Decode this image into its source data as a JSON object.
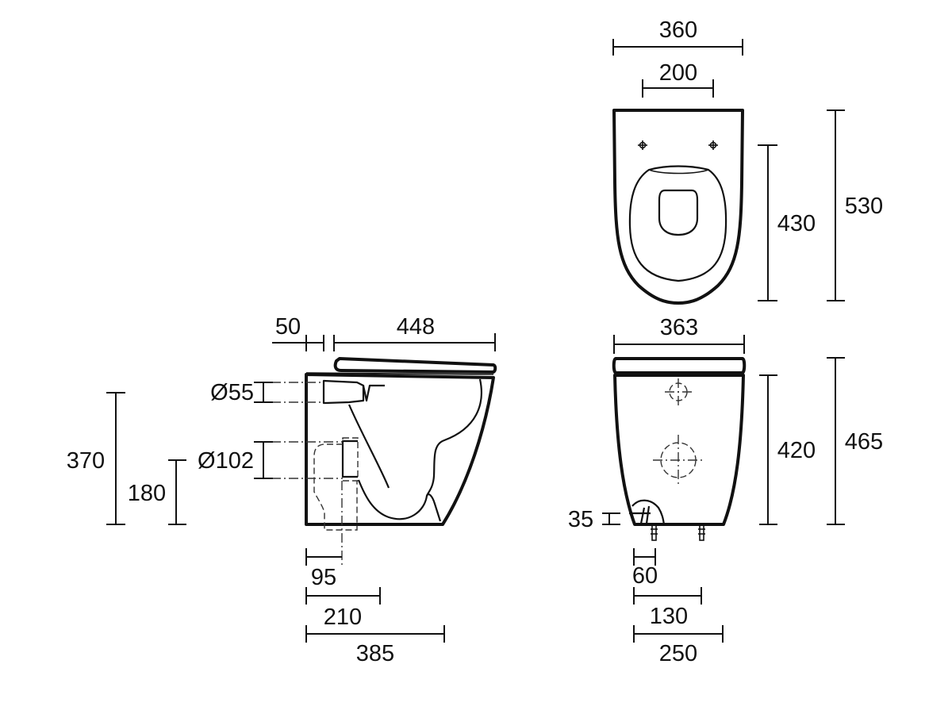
{
  "drawing": {
    "colors": {
      "line": "#111111",
      "background": "#ffffff"
    },
    "views": {
      "top_view": {
        "width_overall": "360",
        "seat_fixing_centres": "200",
        "fixing_to_front": "430",
        "depth_overall": "530"
      },
      "side_view": {
        "seat_overhang": "50",
        "seat_length": "448",
        "inlet_diameter": "Ø55",
        "outlet_diameter": "Ø102",
        "inlet_height": "370",
        "outlet_height": "180",
        "outlet_from_wall": "95",
        "outlet_zone": "210",
        "pan_projection": "385"
      },
      "rear_view": {
        "seat_width": "363",
        "pan_height": "420",
        "overall_height": "465",
        "fixing_height": "35",
        "fixing_offset": "60",
        "fixing_spacing": "130",
        "base_width": "250"
      }
    }
  }
}
